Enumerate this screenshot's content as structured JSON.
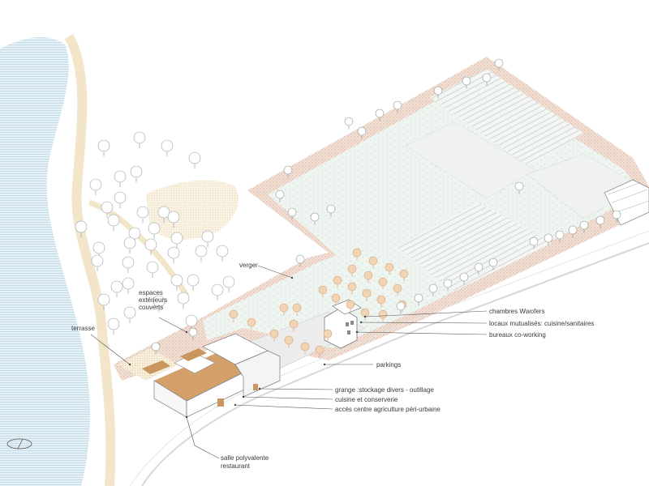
{
  "labels": {
    "verger": "verger",
    "espaces_ext_1": "espaces",
    "espaces_ext_2": "extérieurs",
    "espaces_ext_3": "couverts",
    "terrasse": "terrasse",
    "chambres": "chambres Wwofers",
    "locaux": "locaux mutualisés: cuisine/sanitaires",
    "bureaux": "bureaux co-working",
    "parkings": "parkings",
    "grange": "grange :stockage divers - outillage",
    "cuisine": "cuisine et conserverie",
    "acces": "accès centre agriculture péri-urbaine",
    "salle_1": "salle polyvalente",
    "salle_2": "restaurant"
  },
  "colors": {
    "water": "#d6e9f2",
    "path": "#f1e3c4",
    "hedge": "#e7c9b8",
    "meadow": "#e6f0ea",
    "field_lines": "#b9c2bd",
    "orchard": "#e8b98a",
    "roof": "#c9965f",
    "tree": "#9aa2a6"
  }
}
